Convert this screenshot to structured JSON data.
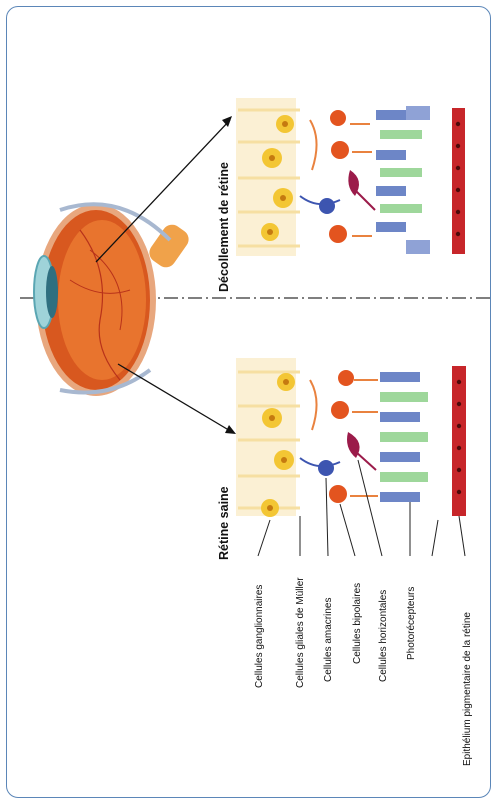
{
  "sections": {
    "detached_title": "Décollement de rétine",
    "healthy_title": "Rétine saine"
  },
  "labels": [
    "Cellules ganglionnaires",
    "Cellules gliales de Müller",
    "Cellules amacrines",
    "Cellules bipolaires",
    "Cellules horizontales",
    "Photorécepteurs",
    "Epithélium pigmentaire de la rétine"
  ],
  "colors": {
    "frame": "#5b86b8",
    "ganglion": "#f3c634",
    "muller": "#f6dfa2",
    "amacrine": "#3d55b0",
    "bipolar": "#e3541f",
    "horizontal": "#9b1b4a",
    "photoreceptor_rod": "#9ed79b",
    "photoreceptor_cone": "#6d86c7",
    "rpe": "#c7262a"
  }
}
